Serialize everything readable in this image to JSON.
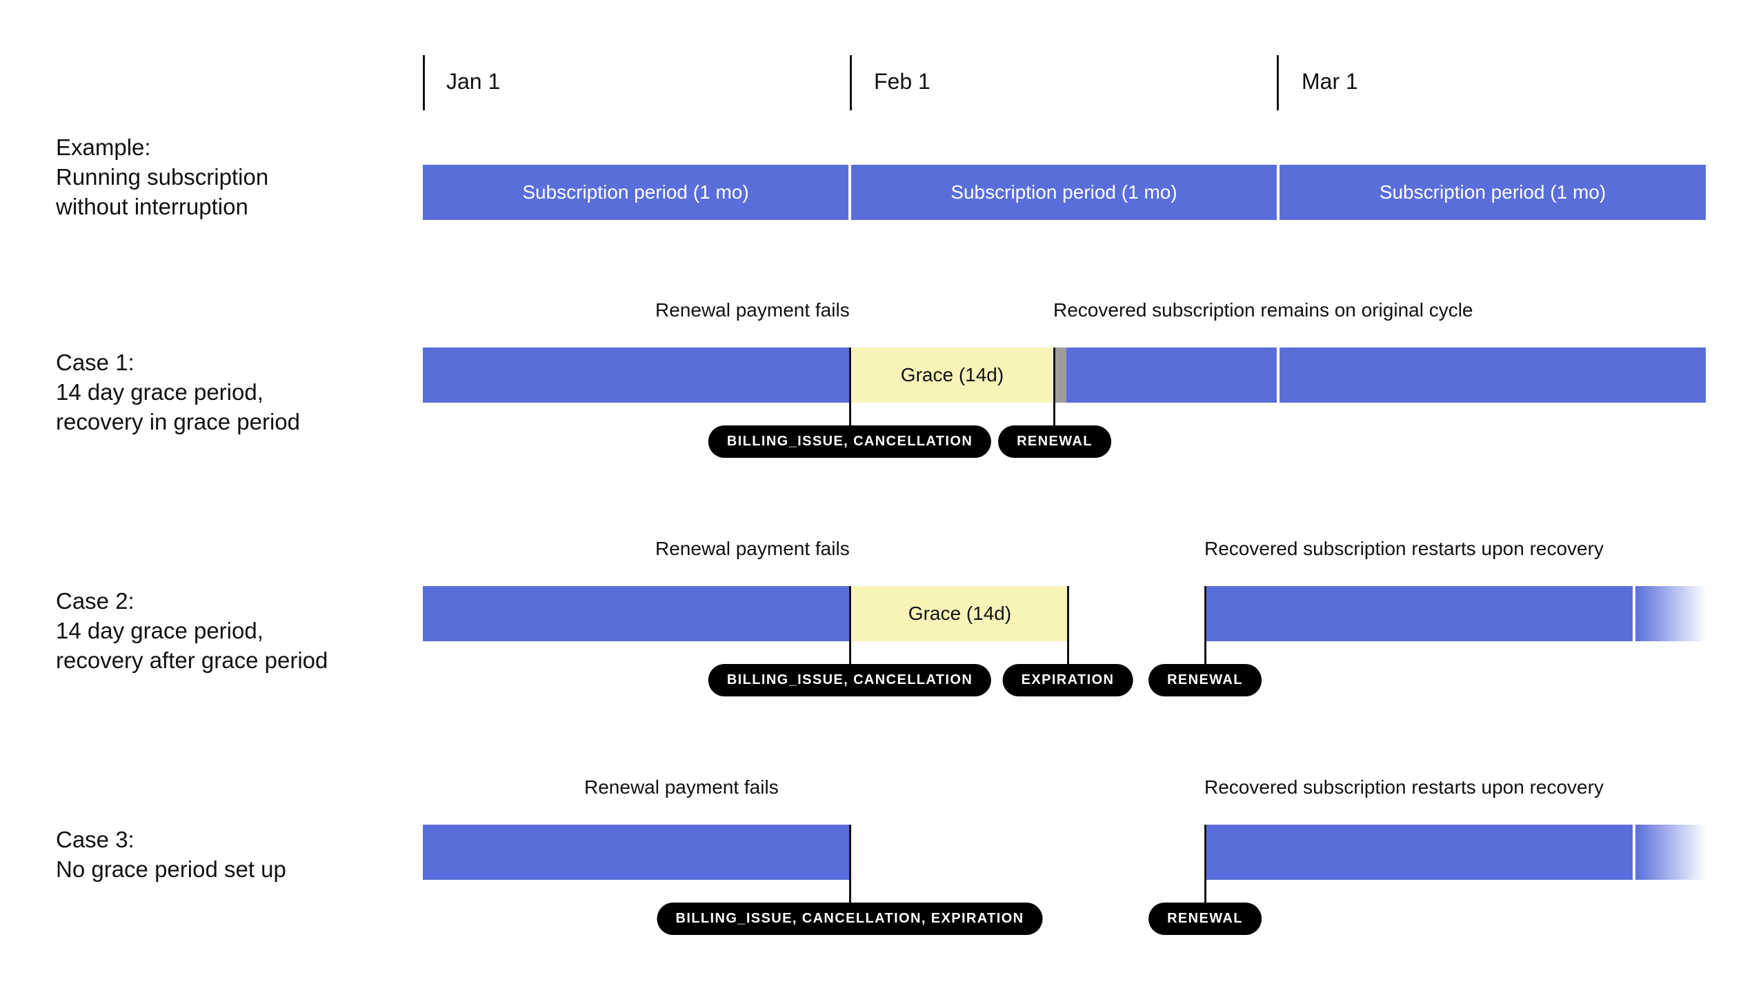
{
  "timeline": {
    "dates": [
      "Jan 1",
      "Feb 1",
      "Mar 1"
    ]
  },
  "example": {
    "label_lines": [
      "Example:",
      "Running subscription",
      "without interruption"
    ],
    "period_label": "Subscription period (1 mo)"
  },
  "case1": {
    "label_lines": [
      "Case 1:",
      "14 day grace period,",
      "recovery in grace period"
    ],
    "annotation_fail": "Renewal payment fails",
    "annotation_recovered": "Recovered subscription remains on original cycle",
    "grace_label": "Grace (14d)",
    "pills": [
      "BILLING_ISSUE, CANCELLATION",
      "RENEWAL"
    ]
  },
  "case2": {
    "label_lines": [
      "Case 2:",
      "14 day grace period,",
      "recovery after grace period"
    ],
    "annotation_fail": "Renewal payment fails",
    "annotation_recovered": "Recovered subscription restarts upon recovery",
    "grace_label": "Grace (14d)",
    "pills": [
      "BILLING_ISSUE, CANCELLATION",
      "EXPIRATION",
      "RENEWAL"
    ]
  },
  "case3": {
    "label_lines": [
      "Case 3:",
      "No grace period set up"
    ],
    "annotation_fail": "Renewal payment fails",
    "annotation_recovered": "Recovered subscription restarts upon recovery",
    "pills": [
      "BILLING_ISSUE, CANCELLATION, EXPIRATION",
      "RENEWAL"
    ]
  },
  "colors": {
    "subscription": "#5a6edb",
    "grace": "#f8f4b8",
    "grace_overlap": "#9e9e9e",
    "event_pill": "#000000"
  }
}
